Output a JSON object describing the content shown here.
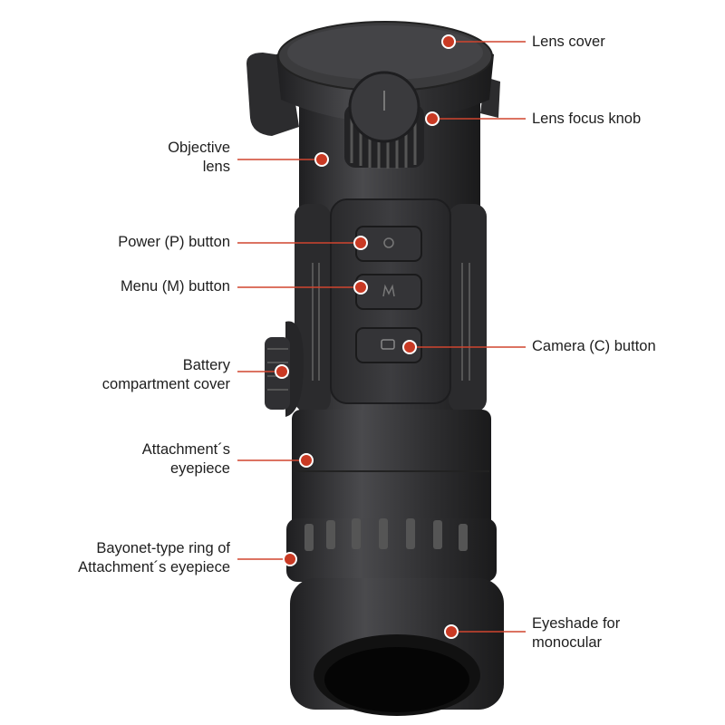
{
  "colors": {
    "callout_dot": "#c93a24",
    "callout_line": "#d0452f",
    "device_body": "#3a3a3c",
    "text": "#1e1e1e"
  },
  "callouts": {
    "lens_cover": {
      "line1": "Lens cover"
    },
    "lens_focus_knob": {
      "line1": "Lens focus knob"
    },
    "objective_lens": {
      "line1": "Objective",
      "line2": "lens"
    },
    "power_button": {
      "line1": "Power (P) button"
    },
    "menu_button": {
      "line1": "Menu (M) button"
    },
    "camera_button": {
      "line1": "Camera (C) button"
    },
    "battery_cover": {
      "line1": "Battery",
      "line2": "compartment cover"
    },
    "attachment_eyepiece": {
      "line1": "Attachment´s",
      "line2": "eyepiece"
    },
    "bayonet_ring": {
      "line1": "Bayonet-type ring of",
      "line2": "Attachment´s eyepiece"
    },
    "eyeshade": {
      "line1": "Eyeshade for",
      "line2": "monocular"
    }
  }
}
